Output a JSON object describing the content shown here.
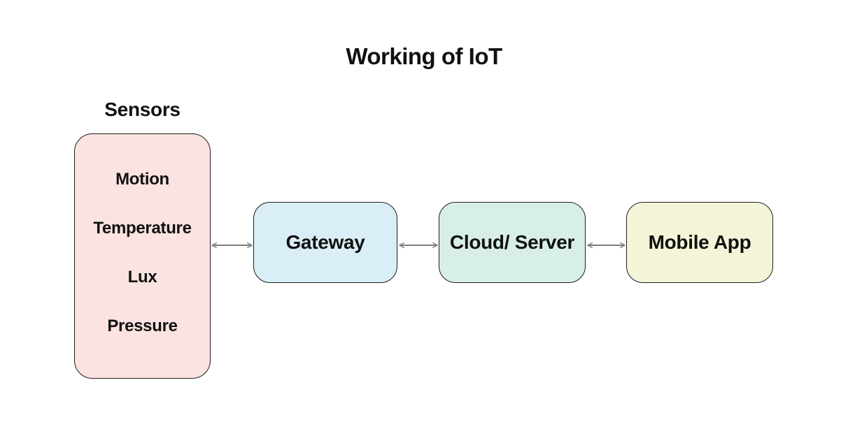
{
  "title": "Working of IoT",
  "diagram": {
    "background": "#ffffff",
    "border_color": "#1d1d1d",
    "arrow_color": "#7d7d7d",
    "sensors_group": {
      "label": "Sensors",
      "fill": "#fae3e0",
      "items": [
        "Motion",
        "Temperature",
        "Lux",
        "Pressure"
      ]
    },
    "nodes": [
      {
        "id": "gateway",
        "label": "Gateway",
        "fill": "#daeef7"
      },
      {
        "id": "cloud-server",
        "label": "Cloud/ Server",
        "fill": "#d8efe6"
      },
      {
        "id": "mobile-app",
        "label": "Mobile App",
        "fill": "#f4f4d8"
      }
    ],
    "connections": [
      {
        "from": "Sensors",
        "to": "Gateway",
        "style": "double-arrow"
      },
      {
        "from": "Gateway",
        "to": "Cloud/ Server",
        "style": "double-arrow"
      },
      {
        "from": "Cloud/ Server",
        "to": "Mobile App",
        "style": "double-arrow"
      }
    ]
  }
}
